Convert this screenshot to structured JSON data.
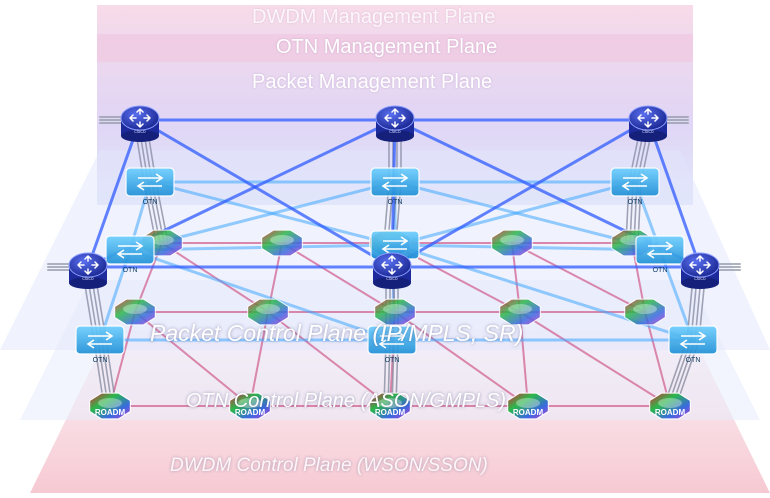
{
  "planes": {
    "dwdm_management": "DWDM Management Plane",
    "otn_management": "OTN Management Plane",
    "packet_management": "Packet Management Plane",
    "packet_control": "Packet Control Plane (IP/MPLS, SR)",
    "otn_control": "OTN Control Plane (ASON/GMPLS)",
    "dwdm_control": "DWDM Control Plane (WSON/SSON)"
  },
  "node_labels": {
    "otn": "OTN",
    "roadm": "ROADM",
    "router_brand": "cisco"
  },
  "colors": {
    "router": "#2a3fc4",
    "otn_switch": "#2ea8e6",
    "roadm_mix": [
      "#e0283c",
      "#2bb84a",
      "#3a6ae0",
      "#c23ad0"
    ],
    "packet_link": "#2f5bff",
    "otn_link": "#40a8ff",
    "dwdm_link": "#d05a8a",
    "mgmt_fill": "#e9b8d4",
    "control_fill": "#f3c6cf"
  }
}
